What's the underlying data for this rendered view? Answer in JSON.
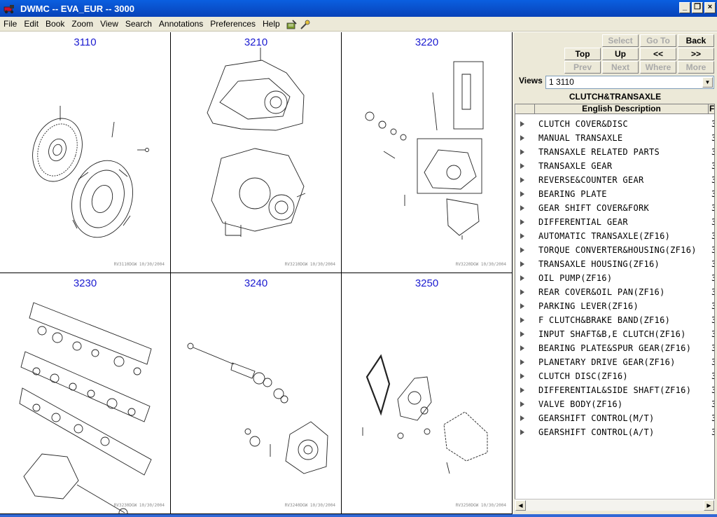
{
  "window": {
    "title": "DWMC -- EVA_EUR -- 3000",
    "controls": [
      "_",
      "❐",
      "×"
    ]
  },
  "menu": [
    {
      "label": "File"
    },
    {
      "label": "Edit"
    },
    {
      "label": "Book"
    },
    {
      "label": "Zoom"
    },
    {
      "label": "View"
    },
    {
      "label": "Search"
    },
    {
      "label": "Annotations"
    },
    {
      "label": "Preferences"
    },
    {
      "label": "Help"
    }
  ],
  "toolbar_icons": [
    "book-pen-icon",
    "wrench-icon"
  ],
  "drawings": [
    {
      "number": "3110",
      "stamp": "RV3110DGW  10/30/2004"
    },
    {
      "number": "3210",
      "stamp": "RV3210DGW  10/30/2004"
    },
    {
      "number": "3220",
      "stamp": "RV3220DGW  10/30/2004"
    },
    {
      "number": "3230",
      "stamp": "RV3230DGW  10/30/2004"
    },
    {
      "number": "3240",
      "stamp": "RV3240DGW  10/30/2004"
    },
    {
      "number": "3250",
      "stamp": "RV3250DGW  10/30/2004"
    }
  ],
  "nav": {
    "select": "Select",
    "goto": "Go To",
    "back": "Back",
    "top": "Top",
    "up": "Up",
    "prev_page": "<<",
    "next_page": ">>",
    "prev": "Prev",
    "next": "Next",
    "where": "Where",
    "more": "More"
  },
  "views": {
    "label": "Views",
    "selected": "1    3110"
  },
  "section_title": "CLUTCH&TRANSAXLE",
  "list_header": {
    "description": "English Description",
    "extra": "F"
  },
  "items": [
    {
      "desc": "CLUTCH COVER&DISC",
      "p": "3"
    },
    {
      "desc": "MANUAL TRANSAXLE",
      "p": "3"
    },
    {
      "desc": "TRANSAXLE RELATED PARTS",
      "p": "3"
    },
    {
      "desc": "TRANSAXLE GEAR",
      "p": "3"
    },
    {
      "desc": "REVERSE&COUNTER GEAR",
      "p": "3"
    },
    {
      "desc": "BEARING PLATE",
      "p": "3"
    },
    {
      "desc": "GEAR SHIFT COVER&FORK",
      "p": "3"
    },
    {
      "desc": "DIFFERENTIAL GEAR",
      "p": "3"
    },
    {
      "desc": "AUTOMATIC TRANSAXLE(ZF16)",
      "p": "3"
    },
    {
      "desc": "TORQUE CONVERTER&HOUSING(ZF16)",
      "p": "3"
    },
    {
      "desc": "TRANSAXLE HOUSING(ZF16)",
      "p": "3"
    },
    {
      "desc": "OIL PUMP(ZF16)",
      "p": "3"
    },
    {
      "desc": "REAR COVER&OIL PAN(ZF16)",
      "p": "3"
    },
    {
      "desc": "PARKING LEVER(ZF16)",
      "p": "3"
    },
    {
      "desc": "F CLUTCH&BRAKE BAND(ZF16)",
      "p": "3"
    },
    {
      "desc": "INPUT SHAFT&B,E CLUTCH(ZF16)",
      "p": "3"
    },
    {
      "desc": "BEARING PLATE&SPUR GEAR(ZF16)",
      "p": "3"
    },
    {
      "desc": "PLANETARY DRIVE GEAR(ZF16)",
      "p": "3"
    },
    {
      "desc": "CLUTCH DISC(ZF16)",
      "p": "3"
    },
    {
      "desc": "DIFFERENTIAL&SIDE SHAFT(ZF16)",
      "p": "3"
    },
    {
      "desc": "VALVE BODY(ZF16)",
      "p": "3"
    },
    {
      "desc": "GEARSHIFT CONTROL(M/T)",
      "p": "3"
    },
    {
      "desc": "GEARSHIFT CONTROL(A/T)",
      "p": "3"
    }
  ],
  "scroll": {
    "left": "◀",
    "right": "▶",
    "down": "▼"
  }
}
